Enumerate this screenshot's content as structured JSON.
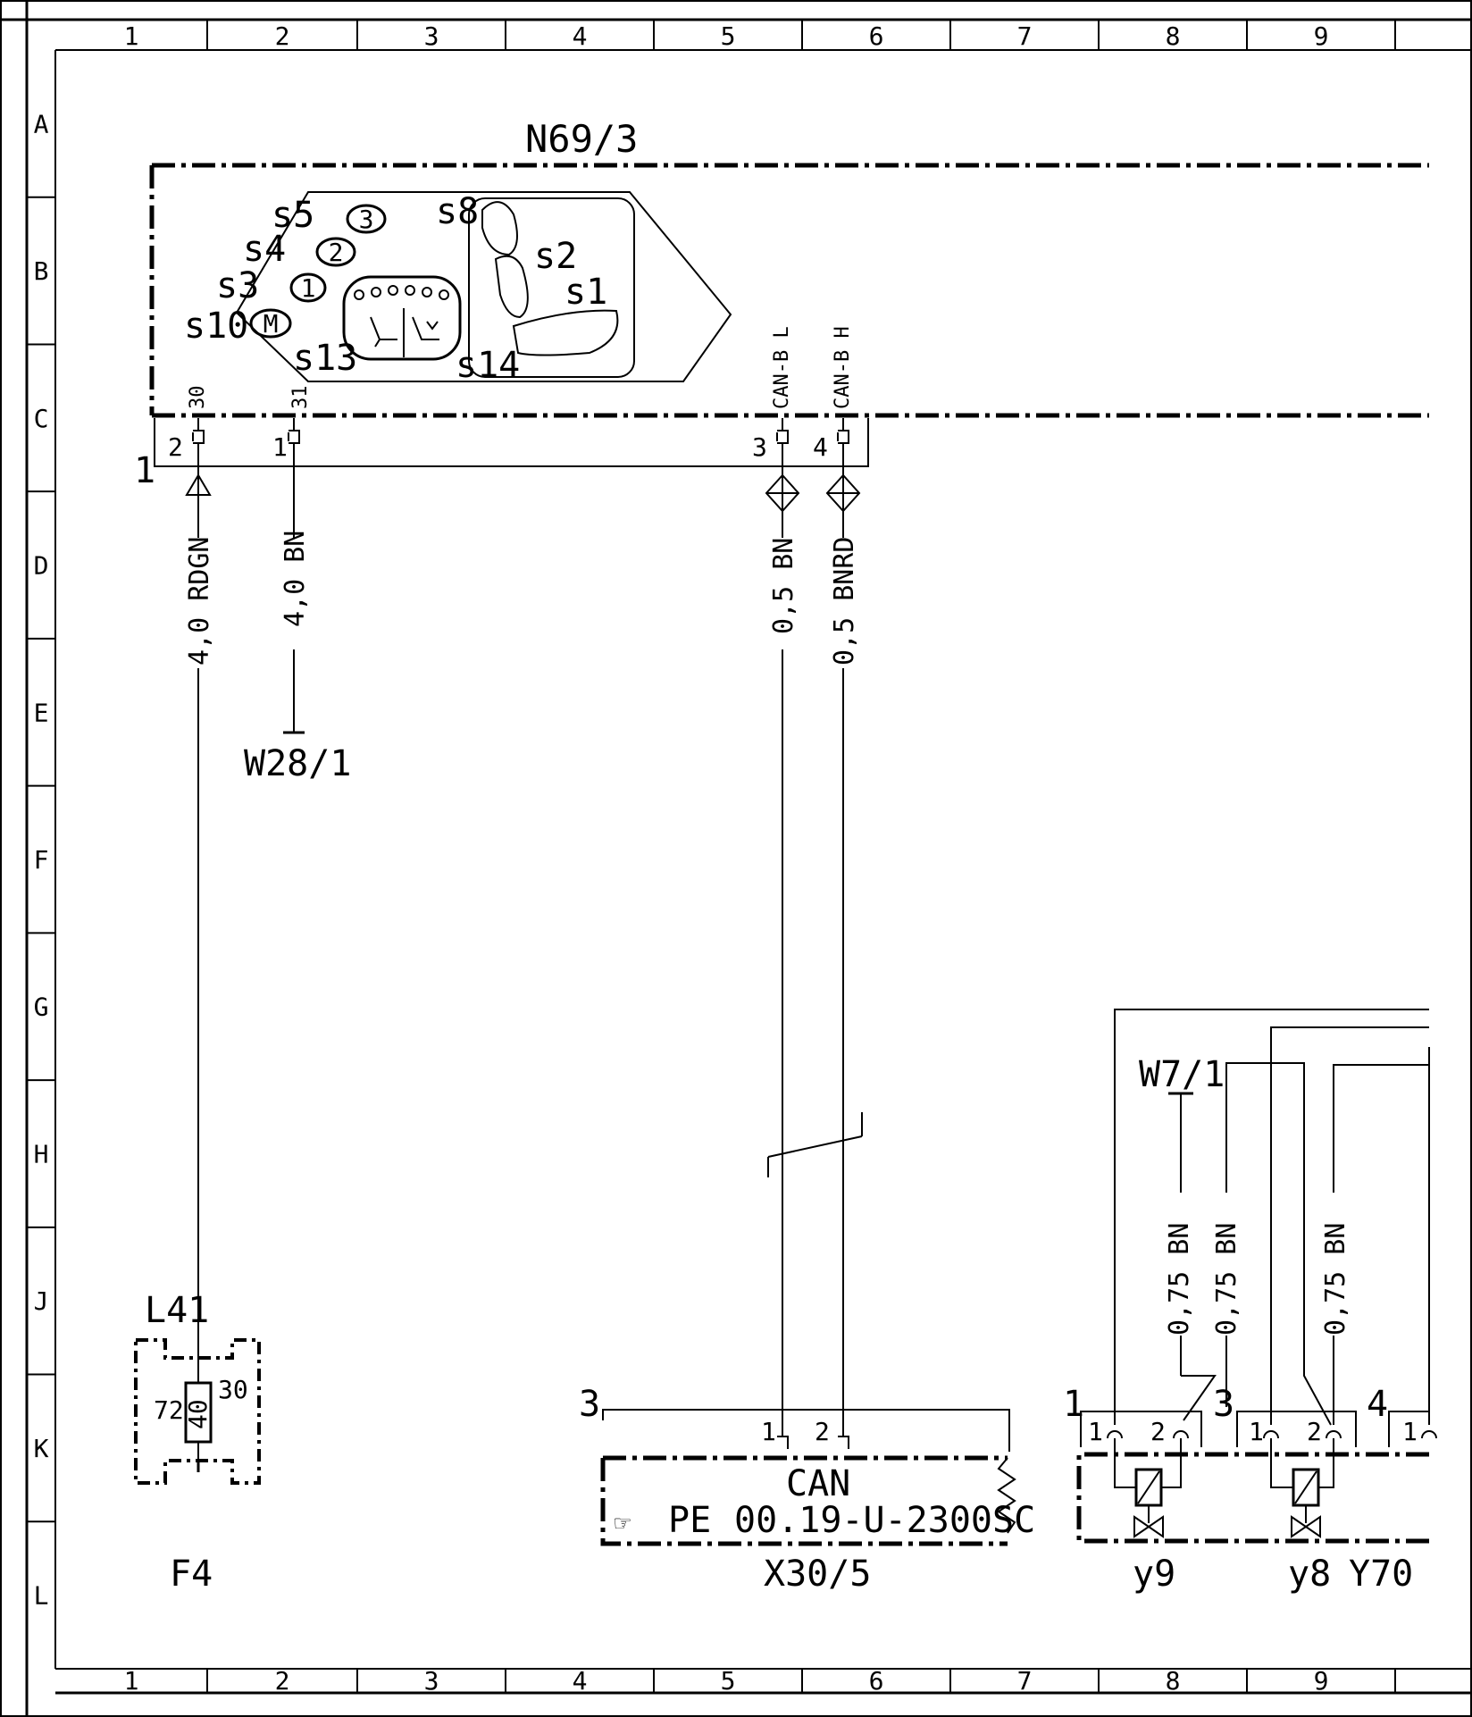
{
  "grid": {
    "columns": [
      "1",
      "2",
      "3",
      "4",
      "5",
      "6",
      "7",
      "8",
      "9"
    ],
    "rows": [
      "A",
      "B",
      "C",
      "D",
      "E",
      "F",
      "G",
      "H",
      "J",
      "K",
      "L"
    ]
  },
  "components": {
    "n69_3": {
      "label": "N69/3",
      "connector": "1",
      "switch_labels": [
        "s5",
        "s4",
        "s3",
        "s10",
        "s13",
        "s8",
        "s2",
        "s1",
        "s14"
      ],
      "memory_buttons": [
        "3",
        "2",
        "1",
        "M"
      ],
      "terminals": [
        "30",
        "31",
        "CAN-B L",
        "CAN-B H"
      ],
      "pins": [
        "2",
        "1",
        "3",
        "4"
      ]
    },
    "w28_1": {
      "label": "W28/1"
    },
    "l41": {
      "label": "L41",
      "pins": [
        "72",
        "30"
      ],
      "fuse_rating": "40"
    },
    "f4": {
      "label": "F4"
    },
    "x30_5": {
      "label": "X30/5",
      "connector": "3",
      "pins": [
        "1",
        "2"
      ],
      "title": "CAN",
      "ref_prefix": "PE",
      "reference": "00.19-U-2300SC"
    },
    "w7_1": {
      "label": "W7/1"
    },
    "y70": {
      "label": "Y70",
      "valves": [
        "y9",
        "y8"
      ],
      "connectors": [
        "1",
        "3",
        "4"
      ],
      "pins": [
        "1",
        "2",
        "1",
        "2",
        "1"
      ]
    }
  },
  "wires": [
    {
      "label": "4,0  RDGN"
    },
    {
      "label": "4,0  BN"
    },
    {
      "label": "0,5  BN"
    },
    {
      "label": "0,5  BNRD"
    },
    {
      "label": "0,75  BN"
    },
    {
      "label": "0,75  BN"
    },
    {
      "label": "0,75  BN"
    }
  ]
}
